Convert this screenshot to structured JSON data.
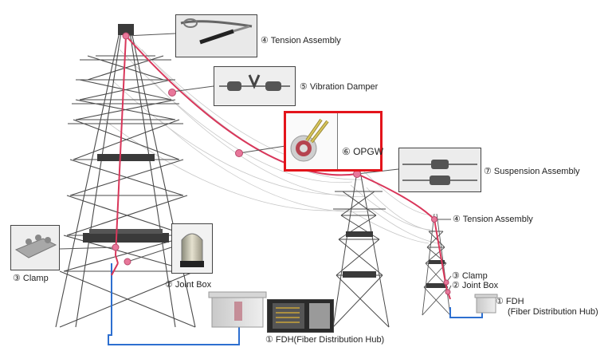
{
  "labels": {
    "tension_top": "④ Tension Assembly",
    "vibration": "⑤ Vibration Damper",
    "opgw": "⑥ OPGW",
    "suspension": "⑦ Suspension Assembly",
    "tension_right": "④ Tension Assembly",
    "clamp_left": "③ Clamp",
    "jointbox_left": "② Joint Box",
    "clamp_right": "③ Clamp",
    "jointbox_right": "② Joint Box",
    "fdh_center": "① FDH(Fiber Distribution Hub)",
    "fdh_right_line1": "① FDH",
    "fdh_right_line2": "(Fiber Distribution Hub)"
  },
  "colors": {
    "cable_red": "#d9365a",
    "marker_pink": "#e8779a",
    "fiber_blue": "#2d6fd0",
    "highlight_red": "#e3141b",
    "tower_dark": "#3a3a3a"
  },
  "icons": [
    "tension-assembly-icon",
    "vibration-damper-icon",
    "opgw-cable-icon",
    "suspension-assembly-icon",
    "clamp-icon",
    "joint-box-icon",
    "fdh-cabinet-icon",
    "transmission-tower-icon"
  ]
}
